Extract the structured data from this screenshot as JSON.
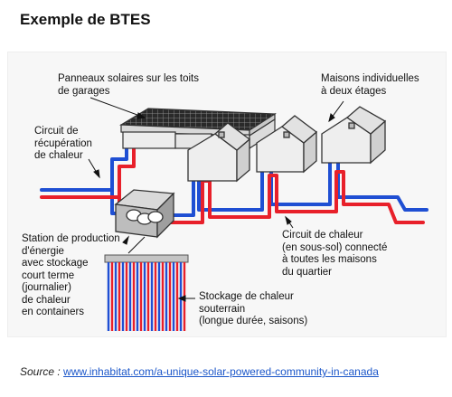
{
  "title": "Exemple de BTES",
  "labels": {
    "solar_panels": [
      "Panneaux solaires sur les toits",
      "de garages"
    ],
    "houses": [
      "Maisons individuelles",
      "à deux étages"
    ],
    "recovery_circuit": [
      "Circuit de",
      "récupération",
      "de chaleur"
    ],
    "energy_station": [
      "Station de production",
      "d'énergie",
      "avec stockage",
      "court terme",
      "(journalier)",
      "de chaleur",
      "en containers"
    ],
    "heat_circuit": [
      "Circuit de chaleur",
      "(en sous-sol) connecté",
      "à toutes les maisons",
      "du quartier"
    ],
    "underground_storage": [
      "Stockage de chaleur",
      "souterrain",
      "(longue durée, saisons)"
    ]
  },
  "source": {
    "prefix": "Source :",
    "link": "www.inhabitat.com/a-unique-solar-powered-community-in-canada"
  },
  "colors": {
    "hot_pipe": "#e8202a",
    "cold_pipe": "#1f4fd3",
    "link": "#1b56c9"
  }
}
